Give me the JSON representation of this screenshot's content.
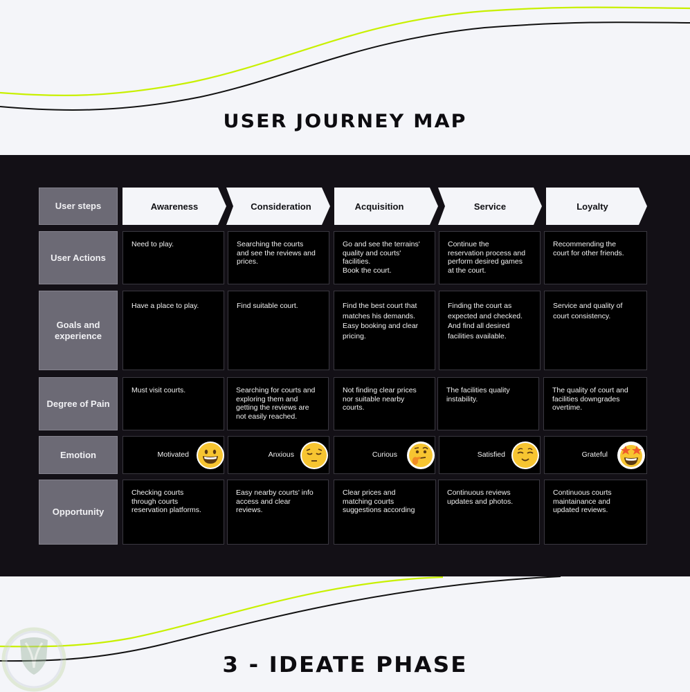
{
  "header": {
    "title": "USER JOURNEY MAP"
  },
  "footer": {
    "title": "3 - IDEATE PHASE"
  },
  "colors": {
    "accent": "#c8f000",
    "dark_panel": "#131016",
    "label_bg": "#6c6a75",
    "step_bg": "#f4f5f9",
    "cell_bg": "#000000"
  },
  "map": {
    "corner_label": "User steps",
    "steps": [
      {
        "label": "Awareness"
      },
      {
        "label": "Consideration"
      },
      {
        "label": "Acquisition"
      },
      {
        "label": "Service"
      },
      {
        "label": "Loyalty"
      }
    ],
    "rows": [
      {
        "label": "User Actions",
        "cells": [
          "Need to play.",
          "Searching the courts\nand see the reviews and\nprices.",
          "Go and see the terrains'\nquality and courts'\nfacilities.\nBook the court.",
          "Continue the\nreservation process and\nperform desired games\nat the court.",
          "Recommending the\ncourt for other friends."
        ]
      },
      {
        "label": "Goals and experience",
        "cells": [
          "Have a place to play.",
          "Find suitable court.",
          "Find the best court that\nmatches his demands.\nEasy booking and clear\npricing.",
          "Finding the court as\nexpected and checked.\nAnd find all desired\nfacilities available.",
          "Service and quality of\ncourt consistency."
        ]
      },
      {
        "label": "Degree of Pain",
        "cells": [
          "Must visit courts.",
          "Searching for courts and\nexploring them and\ngetting the reviews are\nnot easily reached.",
          "Not finding clear prices\nnor suitable nearby\ncourts.",
          "The facilities quality\ninstability.",
          "The quality of court and\nfacilities downgrades\novertime."
        ]
      },
      {
        "label": "Emotion",
        "emotions": [
          {
            "label": "Motivated",
            "icon": "grinning-face-icon"
          },
          {
            "label": "Anxious",
            "icon": "pensive-face-icon"
          },
          {
            "label": "Curious",
            "icon": "thinking-face-icon"
          },
          {
            "label": "Satisfied",
            "icon": "relieved-face-icon"
          },
          {
            "label": "Grateful",
            "icon": "star-struck-face-icon"
          }
        ]
      },
      {
        "label": "Opportunity",
        "cells": [
          "Checking courts\nthrough courts\nreservation platforms.",
          "Easy nearby courts' info\naccess and clear\nreviews.",
          "Clear prices and\nmatching courts\nsuggestions according",
          "Continuous reviews\nupdates and photos.",
          "Continuous courts\nmaintainance and\nupdated reviews."
        ]
      }
    ]
  }
}
